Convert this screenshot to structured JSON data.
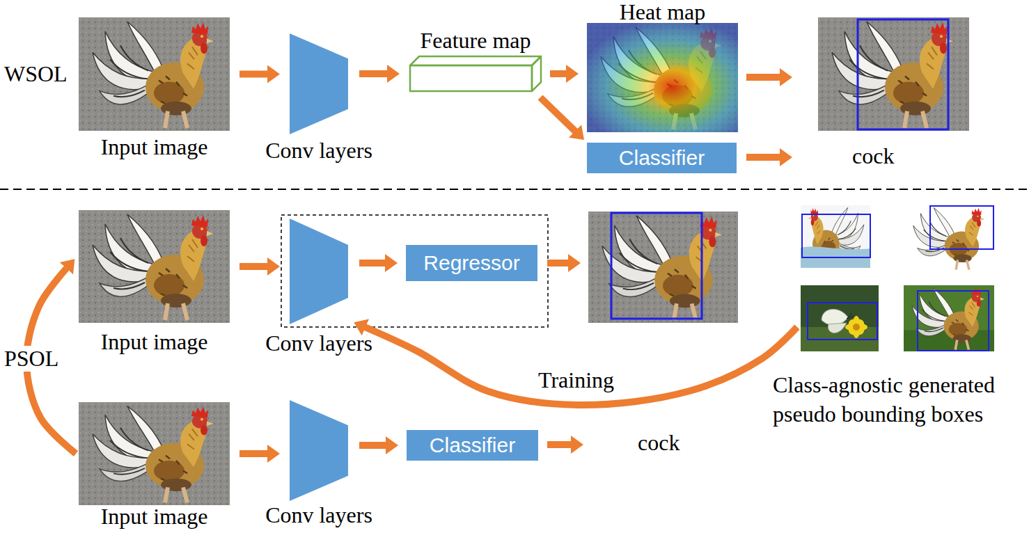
{
  "diagram": {
    "nodes": [
      {
        "text": [
          "Input image"
        ]
      },
      {
        "text": [
          "Conv layers"
        ]
      },
      {
        "text": [
          "Feature map"
        ]
      },
      {
        "text": [
          "Heat map"
        ]
      },
      {
        "text": [
          "Classifier"
        ]
      },
      {
        "text": [
          "Input image"
        ]
      },
      {
        "text": [
          "Conv layers"
        ]
      },
      {
        "text": [
          "Regressor"
        ]
      },
      {
        "text": [
          "Class-agnostic generated pseudo bounding boxes"
        ]
      },
      {
        "text": [
          "Input image"
        ]
      },
      {
        "text": [
          "Conv layers"
        ]
      },
      {
        "text": [
          "Classifier"
        ]
      }
    ],
    "edges": [
      {
        "from": 0,
        "to": 1,
        "arrow": "to"
      },
      {
        "from": 1,
        "to": 2,
        "arrow": "to"
      },
      {
        "from": 2,
        "to": 3,
        "arrow": "to"
      },
      {
        "from": 2,
        "to": 4,
        "arrow": "to"
      },
      {
        "from": 5,
        "to": 6,
        "arrow": "to"
      },
      {
        "from": 6,
        "to": 7,
        "arrow": "to"
      },
      {
        "from": 8,
        "to": 6,
        "label": "Training",
        "arrow": "to"
      },
      {
        "from": 9,
        "to": 5,
        "arrow": "to"
      },
      {
        "from": 9,
        "to": 10,
        "arrow": "to"
      },
      {
        "from": 10,
        "to": 11,
        "arrow": "to"
      }
    ],
    "labels": [
      "WSOL",
      "cock",
      "PSOL",
      "cock"
    ]
  }
}
